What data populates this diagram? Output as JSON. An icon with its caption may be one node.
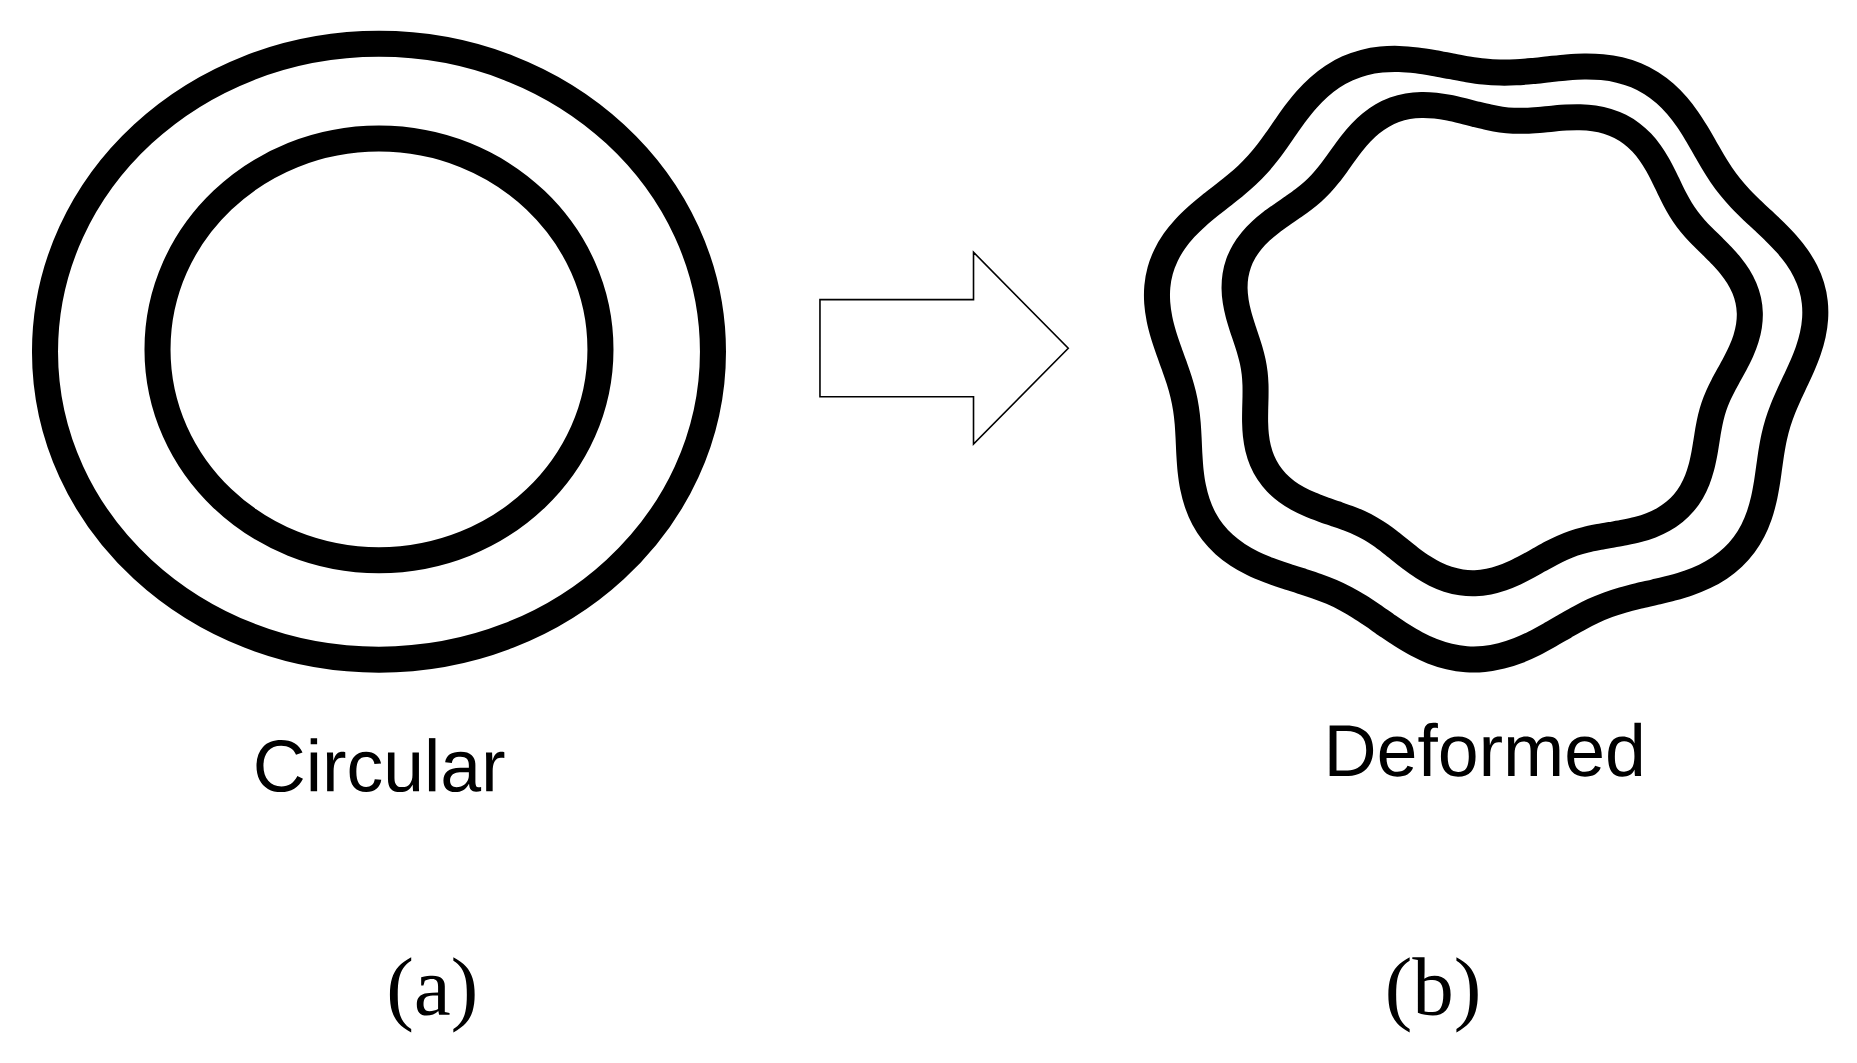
{
  "diagram": {
    "nodes": [
      {
        "text": [
          "Circular"
        ]
      },
      {
        "text": [
          "Deformed"
        ]
      }
    ],
    "edges": [
      {
        "from": 0,
        "to": 1,
        "arrow": "to"
      }
    ],
    "labels": [
      "(a)",
      "(b)"
    ]
  }
}
